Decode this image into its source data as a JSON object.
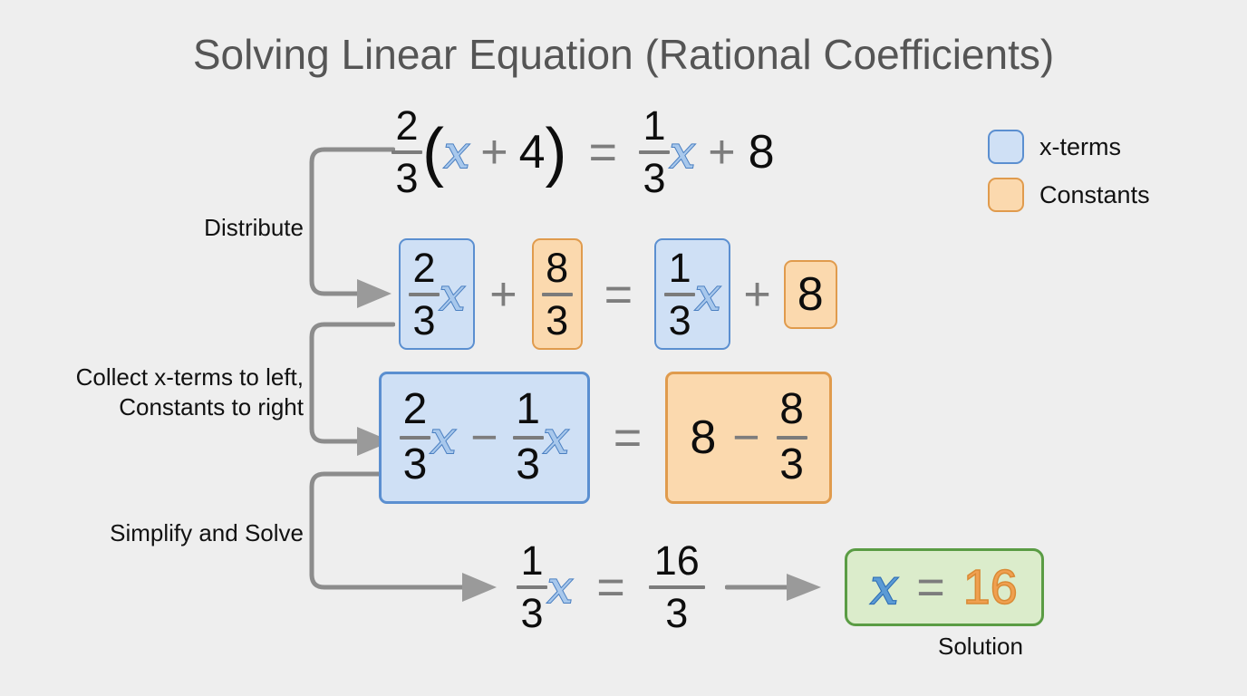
{
  "page": {
    "title": "Solving Linear Equation (Rational Coefficients)",
    "background_color": "#eeeeee",
    "title_color": "#555555"
  },
  "colors": {
    "x_term_fill": "#cfe0f5",
    "x_term_border": "#5b8fd0",
    "constant_fill": "#fbd9ae",
    "constant_border": "#e09b4d",
    "solution_fill": "#dbeccb",
    "solution_border": "#5a9c44",
    "operator_gray": "#7d7d7d",
    "connector_gray": "#8c8c8c",
    "x_glyph_fill": "#a8c8ec",
    "x_glyph_stroke": "#4a7fc1",
    "solution_number": "#f0a050"
  },
  "legend": {
    "items": [
      {
        "swatch": "blue",
        "label": "x-terms"
      },
      {
        "swatch": "orange",
        "label": "Constants"
      }
    ]
  },
  "steps": [
    {
      "label": "Distribute"
    },
    {
      "label": "Collect x-terms to left,\nConstants to right"
    },
    {
      "label": "Simplify and Solve"
    }
  ],
  "equations": {
    "row1": {
      "name": "original-equation",
      "latex": "2/3 (x + 4) = 1/3 x + 8",
      "lhs": {
        "coefficient": {
          "numerator": "2",
          "denominator": "3"
        },
        "open_paren": "(",
        "variable": "x",
        "operator": "+",
        "constant": "4",
        "close_paren": ")"
      },
      "equals": "=",
      "rhs": {
        "coefficient": {
          "numerator": "1",
          "denominator": "3"
        },
        "variable": "x",
        "operator": "+",
        "constant": "8"
      }
    },
    "row2": {
      "name": "distributed-equation",
      "latex": "2/3 x + 8/3 = 1/3 x + 8",
      "lhs": {
        "x_term": {
          "numerator": "2",
          "denominator": "3",
          "variable": "x"
        },
        "operator": "+",
        "constant_term": {
          "numerator": "8",
          "denominator": "3"
        }
      },
      "equals": "=",
      "rhs": {
        "x_term": {
          "numerator": "1",
          "denominator": "3",
          "variable": "x"
        },
        "operator": "+",
        "constant_term": {
          "whole": "8"
        }
      }
    },
    "row3": {
      "name": "collected-equation",
      "latex": "2/3 x - 1/3 x = 8 - 8/3",
      "lhs": {
        "term1": {
          "numerator": "2",
          "denominator": "3",
          "variable": "x"
        },
        "operator": "−",
        "term2": {
          "numerator": "1",
          "denominator": "3",
          "variable": "x"
        }
      },
      "equals": "=",
      "rhs": {
        "term1": {
          "whole": "8"
        },
        "operator": "−",
        "term2": {
          "numerator": "8",
          "denominator": "3"
        }
      }
    },
    "row4": {
      "name": "simplified-equation",
      "latex": "1/3 x = 16/3",
      "lhs": {
        "coefficient": {
          "numerator": "1",
          "denominator": "3"
        },
        "variable": "x"
      },
      "equals": "=",
      "rhs": {
        "numerator": "16",
        "denominator": "3"
      },
      "arrow": "→",
      "solution": {
        "variable": "x",
        "equals": "=",
        "value": "16",
        "caption": "Solution"
      }
    }
  }
}
